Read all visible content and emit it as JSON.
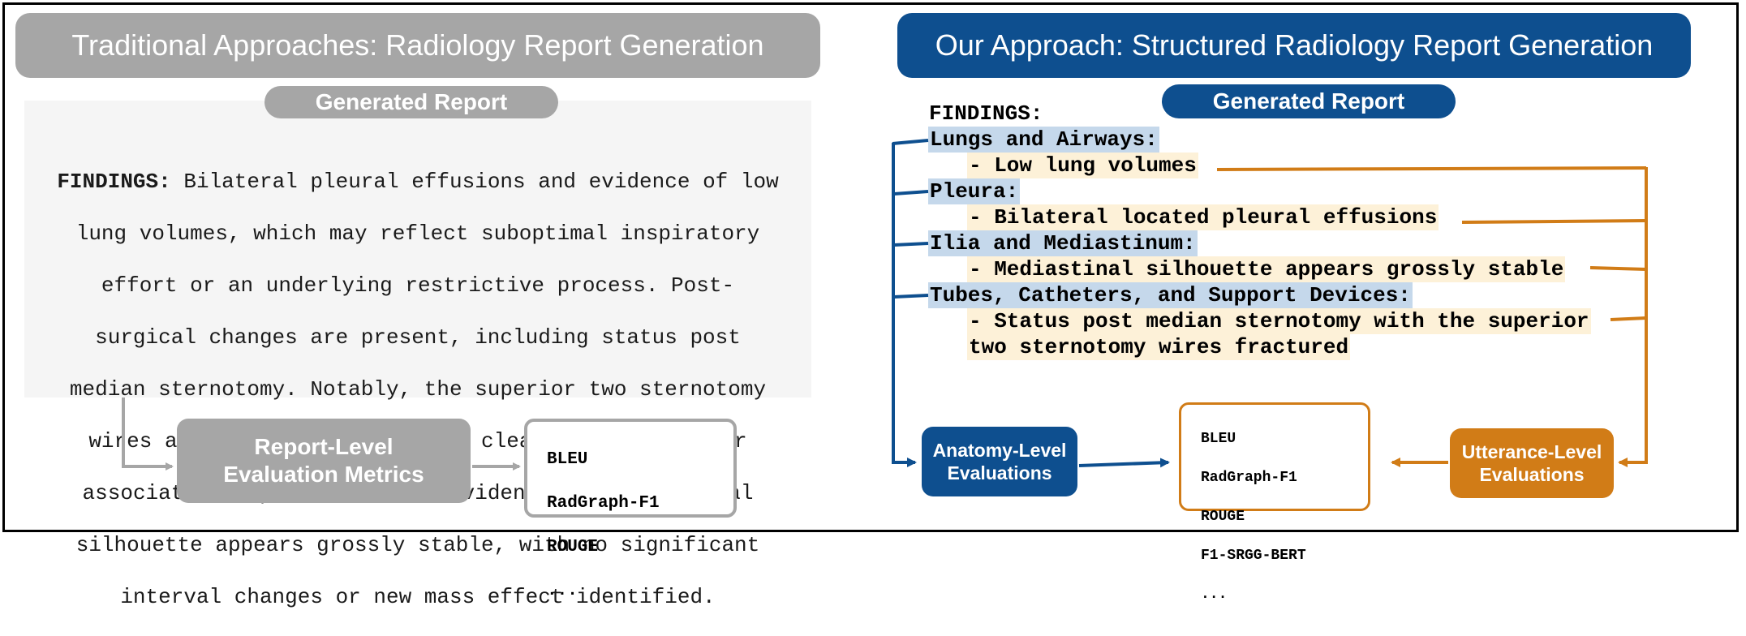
{
  "left": {
    "banner": "Traditional Approaches: Radiology Report Generation",
    "pill": "Generated Report",
    "findings_label": "FINDINGS:",
    "findings_lines": [
      "Bilateral pleural effusions and evidence of low",
      "lung volumes, which may reflect suboptimal inspiratory",
      "effort or an underlying restrictive process. Post-",
      "surgical changes are present, including status post",
      "median sternotomy. Notably, the superior two sternotomy",
      "wires are fractured, though no clear displacement or",
      "associated complications are evident. The mediastinal",
      "silhouette appears grossly stable, with no significant",
      "interval changes or new mass effect identified."
    ],
    "metrics_button": "Report-Level\nEvaluation Metrics",
    "metrics": [
      "BLEU",
      "RadGraph-F1",
      "ROUGE",
      "..."
    ]
  },
  "right": {
    "banner": "Our Approach: Structured Radiology Report Generation",
    "pill": "Generated Report",
    "findings_label": "FINDINGS:",
    "anatomies": [
      "Lungs and Airways:",
      "Pleura:",
      "Ilia and Mediastinum:",
      "Tubes, Catheters, and Support Devices:"
    ],
    "utterances": [
      "- Low lung volumes",
      "- Bilateral located pleural effusions",
      "- Mediastinal silhouette appears grossly stable",
      "- Status post median sternotomy with the superior",
      "two sternotomy wires fractured"
    ],
    "anatomy_button": "Anatomy-Level\nEvaluations",
    "utterance_button": "Utterance-Level\nEvaluations",
    "metrics": [
      "BLEU",
      "RadGraph-F1",
      "ROUGE",
      "F1-SRGG-BERT",
      "..."
    ]
  },
  "colors": {
    "gray": "#a6a6a6",
    "blue": "#0e4f8f",
    "orange": "#d17c17",
    "anatomy_highlight": "#c5d8eb",
    "utterance_highlight": "#fdf1d8"
  }
}
